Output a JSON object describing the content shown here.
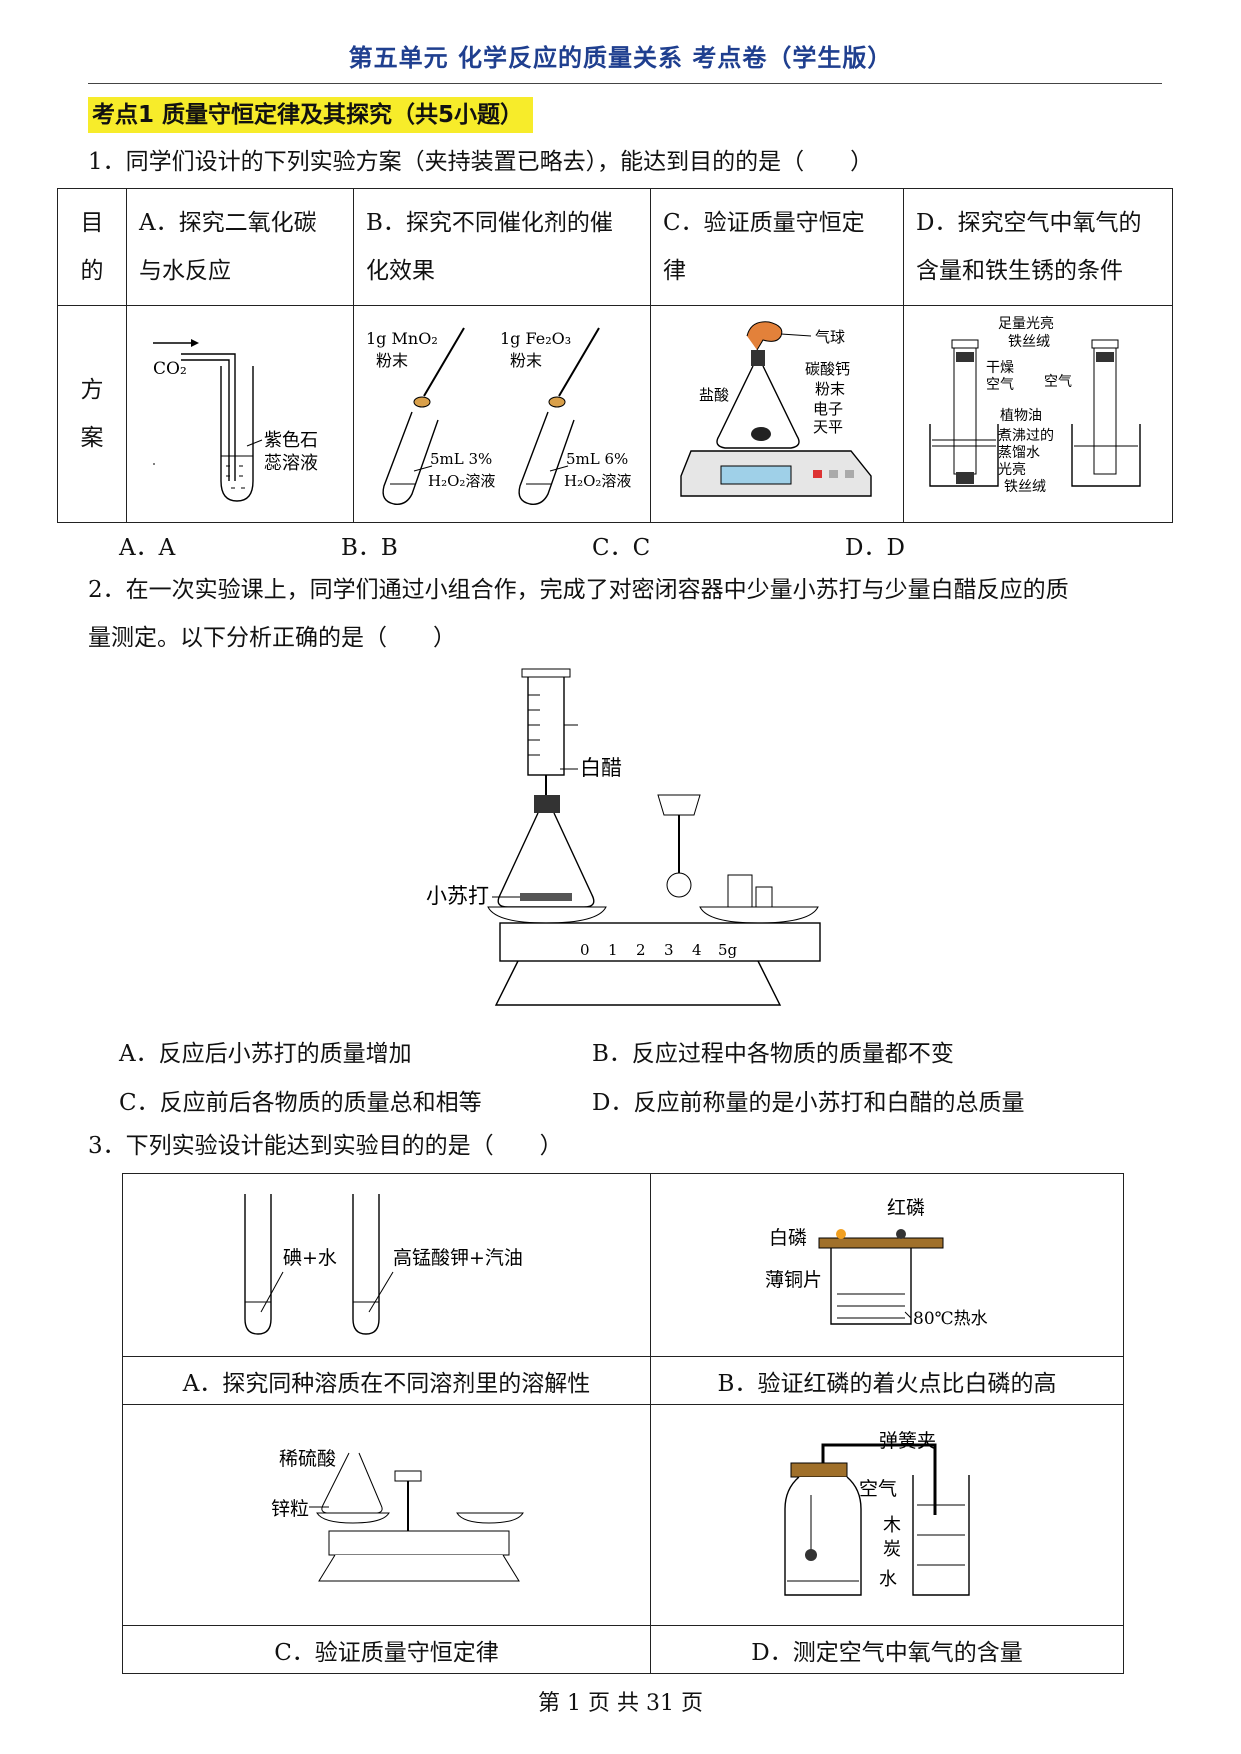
{
  "header": {
    "title": "第五单元 化学反应的质量关系 考点卷（学生版）"
  },
  "section": {
    "title": "考点1 质量守恒定律及其探究（共5小题）"
  },
  "q1": {
    "stem": "1．同学们设计的下列实验方案（夹持装置已略去），能达到目的的是（　　）",
    "row_head_purpose": [
      "目",
      "的"
    ],
    "row_head_plan": [
      "方",
      "案"
    ],
    "purposes": [
      [
        "A．探究二氧化碳",
        "与水反应"
      ],
      [
        "B．探究不同催化剂的催",
        "化效果"
      ],
      [
        "C．验证质量守恒定",
        "律"
      ],
      [
        "D．探究空气中氧气的",
        "含量和铁生锈的条件"
      ]
    ],
    "figA": {
      "co2": "CO₂",
      "litmus1": "紫色石",
      "litmus2": "蕊溶液"
    },
    "figB": {
      "mno2": "1g MnO₂",
      "fe2o3": "1g Fe₂O₃",
      "powder": "粉末",
      "sol1": "5mL 3%",
      "sol2": "5mL 6%",
      "h2o2": "H₂O₂溶液"
    },
    "figC": {
      "balloon": "气球",
      "caco3_1": "碳酸钙",
      "caco3_2": "粉末",
      "hcl": "盐酸",
      "bal1": "电子",
      "bal2": "天平"
    },
    "figD": {
      "steel1": "足量光亮",
      "steel2": "铁丝绒",
      "dry1": "干燥",
      "dry2": "空气",
      "air": "空气",
      "oil": "植物油",
      "water1": "煮沸过的",
      "water2": "蒸馏水",
      "bright1": "光亮",
      "bright2": "铁丝绒"
    },
    "options": [
      "A．A",
      "B．B",
      "C．C",
      "D．D"
    ]
  },
  "q2": {
    "stem1": "2．在一次实验课上，同学们通过小组合作，完成了对密闭容器中少量小苏打与少量白醋反应的质",
    "stem2": "量测定。以下分析正确的是（　　）",
    "fig": {
      "vinegar": "白醋",
      "soda": "小苏打",
      "scale": [
        "0",
        "1",
        "2",
        "3",
        "4",
        "5g"
      ]
    },
    "options": [
      "A．反应后小苏打的质量增加",
      "B．反应过程中各物质的质量都不变",
      "C．反应前后各物质的质量总和相等",
      "D．反应前称量的是小苏打和白醋的总质量"
    ]
  },
  "q3": {
    "stem": "3．下列实验设计能达到实验目的的是（　　）",
    "figA": {
      "t1": "碘+水",
      "t2": "高锰酸钾+汽油"
    },
    "figB": {
      "red": "红磷",
      "white": "白磷",
      "copper": "薄铜片",
      "water": "80℃热水"
    },
    "figC": {
      "acid": "稀硫酸",
      "zinc": "锌粒"
    },
    "figD": {
      "clip": "弹簧夹",
      "air": "空气",
      "c1": "木",
      "c2": "炭",
      "water": "水"
    },
    "captions": [
      "A．探究同种溶质在不同溶剂里的溶解性",
      "B．验证红磷的着火点比白磷的高",
      "C．验证质量守恒定律",
      "D．测定空气中氧气的含量"
    ]
  },
  "footer": {
    "text": "第 1 页 共 31 页"
  }
}
